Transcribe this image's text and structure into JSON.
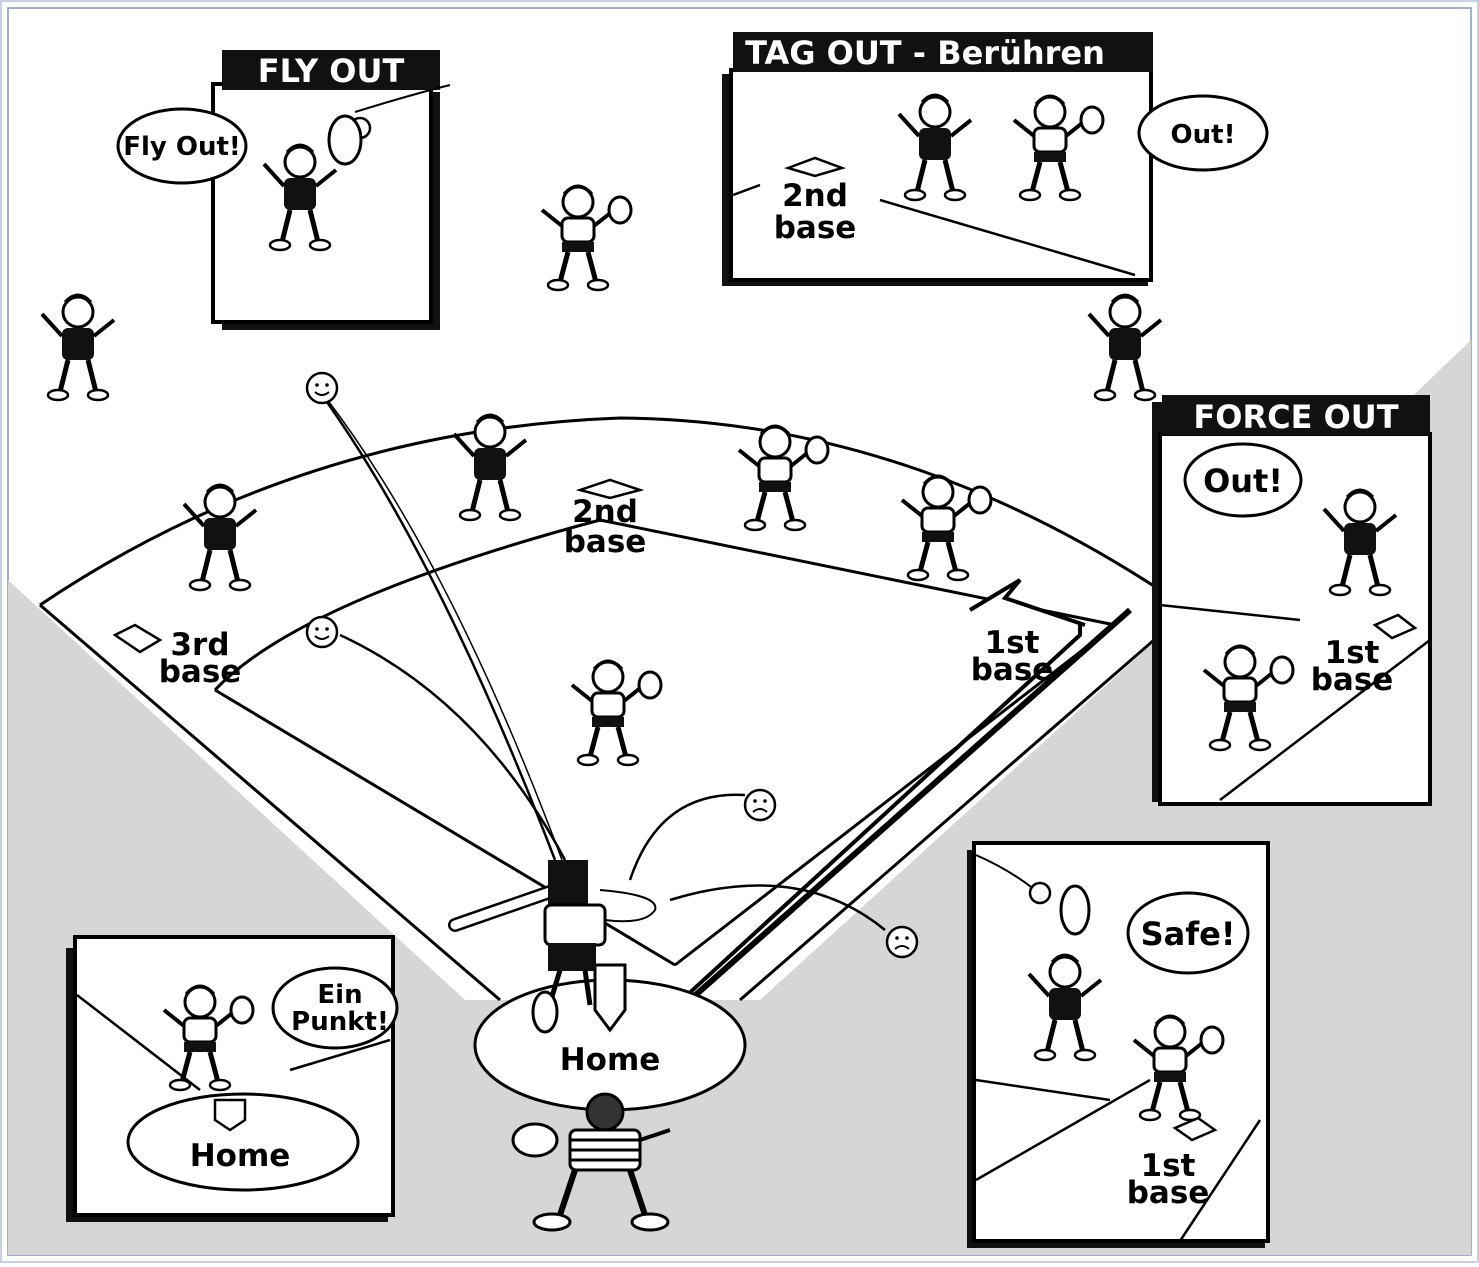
{
  "colors": {
    "background": "#ffffff",
    "foul_territory": "#d6d6d6",
    "ink": "#000000",
    "frame_pattern": "#c9cfe4"
  },
  "panels": {
    "fly_out": {
      "title": "FLY OUT",
      "speech": "Fly Out!"
    },
    "tag_out": {
      "title": "TAG OUT - Berühren",
      "base_line1": "2nd",
      "base_line2": "base",
      "speech": "Out!"
    },
    "force_out": {
      "title": "FORCE OUT",
      "speech": "Out!",
      "base_line1": "1st",
      "base_line2": "base"
    },
    "safe": {
      "speech": "Safe!",
      "base_line1": "1st",
      "base_line2": "base"
    },
    "run_scored": {
      "speech_line1": "Ein",
      "speech_line2": "Punkt!",
      "home": "Home"
    }
  },
  "field": {
    "second_base": {
      "line1": "2nd",
      "line2": "base"
    },
    "third_base": {
      "line1": "3rd",
      "line2": "base"
    },
    "first_base": {
      "line1": "1st",
      "line2": "base"
    },
    "home": "Home"
  },
  "icons": [
    "smiley-ball-icon",
    "frown-ball-icon",
    "player-figure-icon",
    "home-arrow-icon",
    "run-arrow-icon"
  ]
}
